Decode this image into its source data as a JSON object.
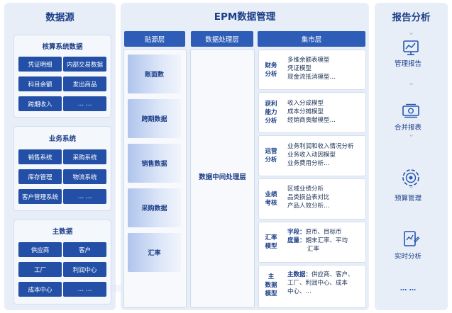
{
  "data_sources": {
    "title": "数据源",
    "groups": [
      {
        "title": "核算系统数据",
        "items": [
          "凭证明细",
          "内部交易数据",
          "科目余额",
          "发出商品",
          "跨期收入",
          "… …"
        ]
      },
      {
        "title": "业务系统",
        "items": [
          "销售系统",
          "采购系统",
          "库存管理",
          "物流系统",
          "客户管理系统",
          "… …"
        ]
      },
      {
        "title": "主数据",
        "items": [
          "供应商",
          "客户",
          "工厂",
          "利润中心",
          "成本中心",
          "… …"
        ]
      }
    ]
  },
  "epm": {
    "title": "EPM数据管理",
    "columns": {
      "source_header": "贴源层",
      "process_header": "数据处理层",
      "mart_header": "集市层"
    },
    "source_items": [
      "账面数",
      "跨期数据",
      "销售数据",
      "采购数据",
      "汇率"
    ],
    "process_label": "数据中间处理层",
    "mart_items": [
      {
        "category": [
          "财务",
          "分析"
        ],
        "lines": [
          "多维余额表模型",
          "凭证模型",
          "现金流抵消模型…"
        ]
      },
      {
        "category": [
          "获利",
          "能力",
          "分析"
        ],
        "lines": [
          "收入分成模型",
          "成本分摊模型",
          "经销商贡献模型…"
        ]
      },
      {
        "category": [
          "运营",
          "分析"
        ],
        "lines": [
          "业务利润和收入情况分析",
          "业务收入动因模型",
          "业务费用分析…"
        ]
      },
      {
        "category": [
          "业绩",
          "考核"
        ],
        "lines": [
          "区域业绩分析",
          "品类损益表对比",
          "产品人效分析…"
        ]
      },
      {
        "category": [
          "汇率",
          "模型"
        ],
        "lines": [
          {
            "key": "字段：",
            "text": "原币、目标币"
          },
          {
            "key": "度量：",
            "text": "期末汇率、平均"
          },
          {
            "key": "",
            "text": "汇率"
          }
        ]
      },
      {
        "category": [
          "主",
          "数据",
          "模型"
        ],
        "lines": [
          {
            "key": "主数据：",
            "text": "供应商、客户、"
          },
          {
            "key": "",
            "text": "工厂、利润中心、成本"
          },
          {
            "key": "",
            "text": "中心、…"
          }
        ]
      }
    ]
  },
  "reports": {
    "title": "报告分析",
    "items": [
      {
        "label": "管理报告",
        "icon": "chart-report-icon"
      },
      {
        "label": "合并报表",
        "icon": "money-stack-icon"
      },
      {
        "label": "预算管理",
        "icon": "target-gear-icon"
      },
      {
        "label": "实时分析",
        "icon": "analysis-doc-icon"
      },
      {
        "label": "… …",
        "icon": ""
      }
    ]
  },
  "colors": {
    "header_blue": "#2e5db8",
    "button_blue": "#2350a6",
    "panel_bg": "#e7eef8",
    "title_text": "#1d3f88"
  }
}
